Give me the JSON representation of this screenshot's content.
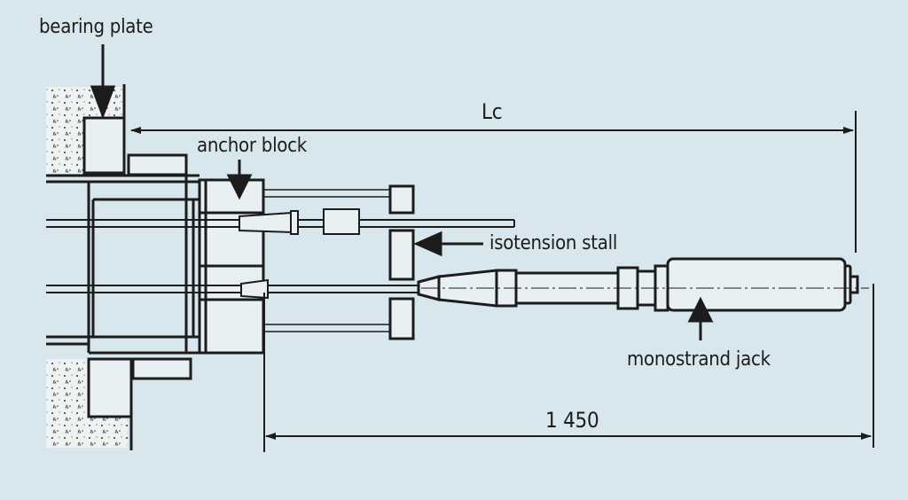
{
  "labels": {
    "bearing_plate": "bearing plate",
    "anchor_block": "anchor block",
    "isotension_stall": "isotension stall",
    "monostrand_jack": "monostrand jack",
    "dim_lc": "Lc",
    "dim_1450": "1 450"
  },
  "colors": {
    "background": "#d8e6ee",
    "ink": "#1c1c1c",
    "fill": "#e8f0f4"
  }
}
